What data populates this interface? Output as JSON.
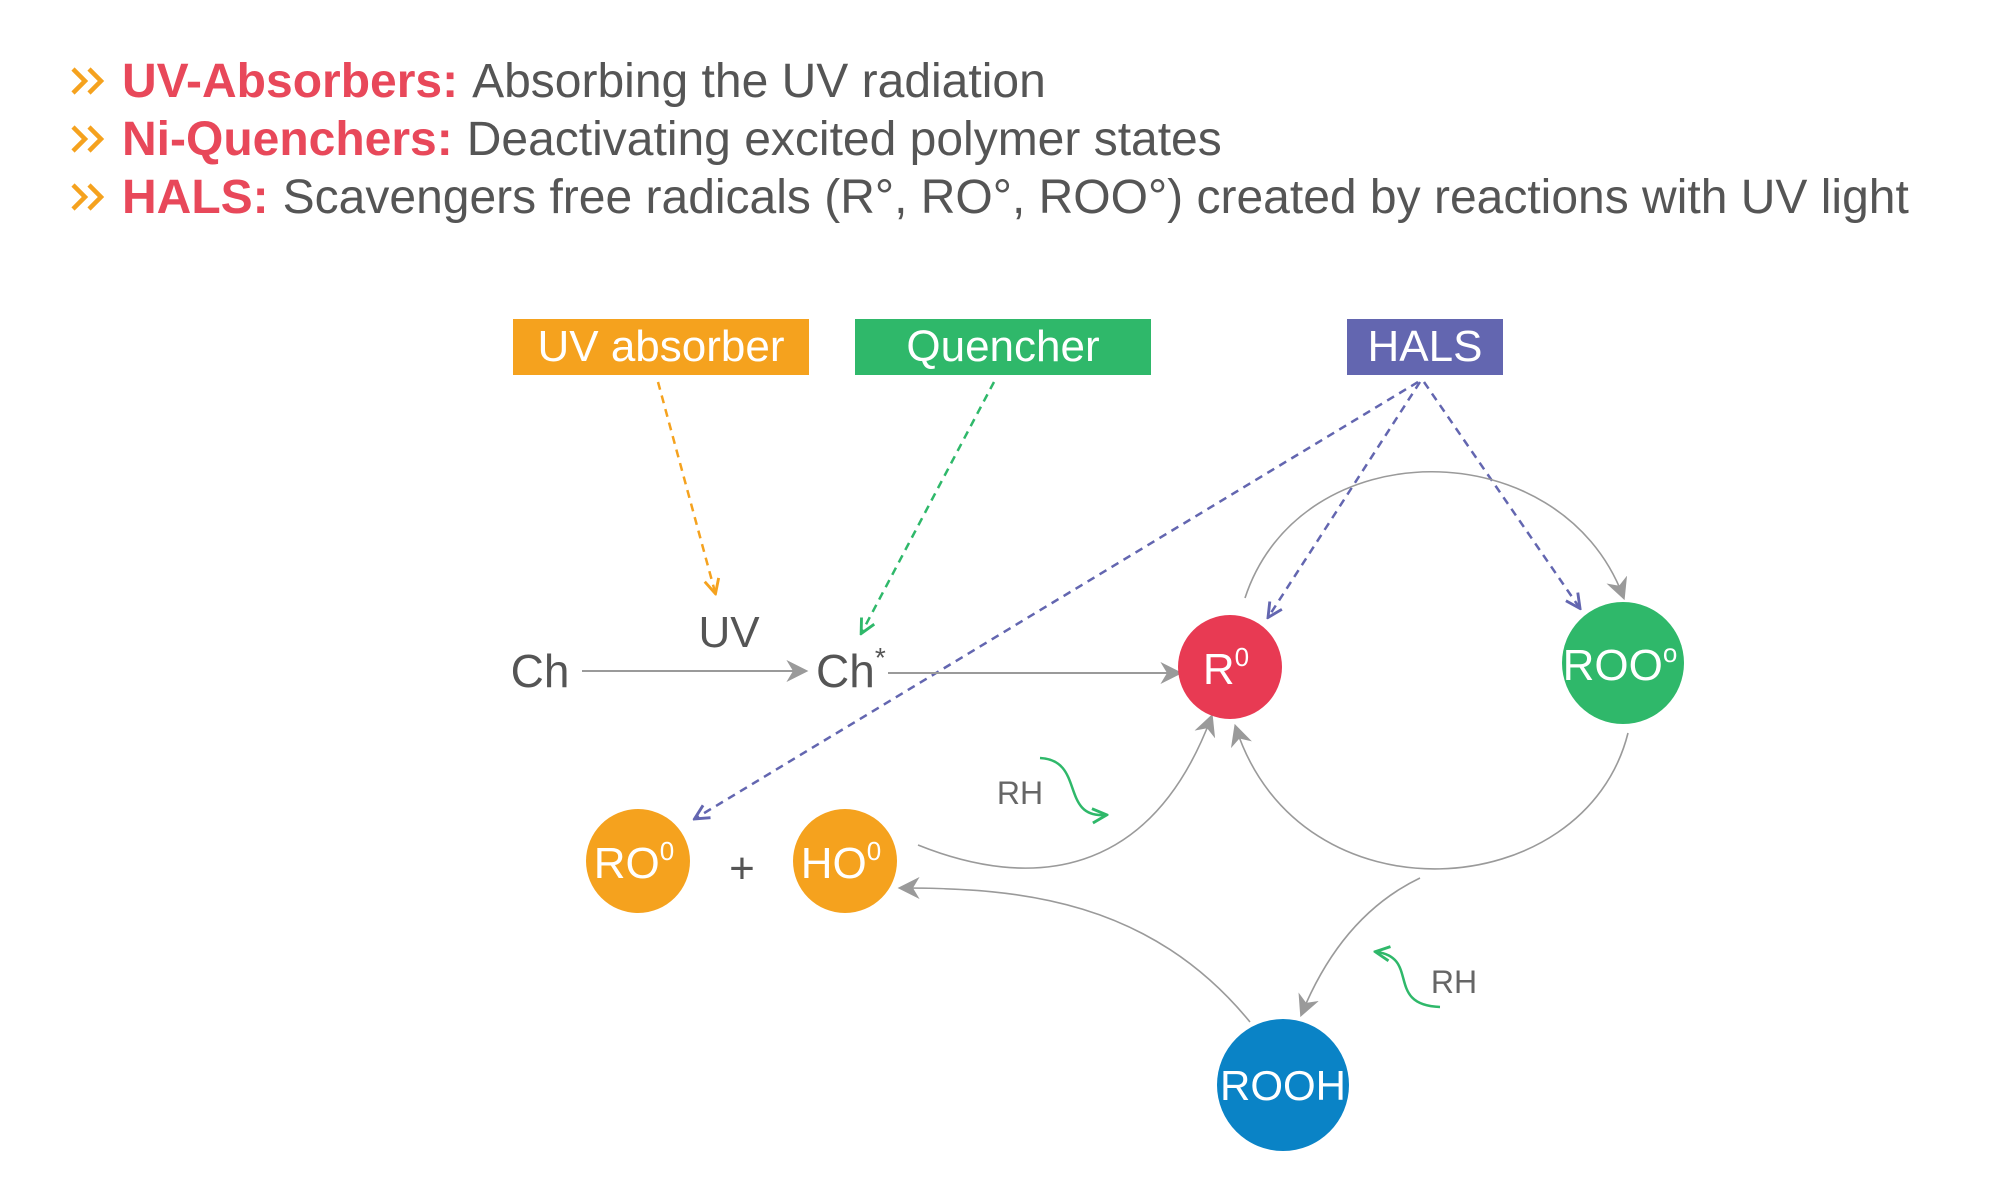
{
  "bullets": [
    {
      "term": "UV-Absorbers:",
      "desc": "Absorbing the UV radiation"
    },
    {
      "term": "Ni-Quenchers:",
      "desc": "Deactivating excited polymer states"
    },
    {
      "term": "HALS:",
      "desc": "Scavengers free radicals (R°, RO°, ROO°) created by reactions with UV light"
    }
  ],
  "boxes": {
    "uv_absorber": {
      "label": "UV absorber",
      "color": "#f5a21e"
    },
    "quencher": {
      "label": "Quencher",
      "color": "#2fb86a"
    },
    "hals": {
      "label": "HALS",
      "color": "#6366b0"
    }
  },
  "species": {
    "ch": "Ch",
    "uv": "UV",
    "ch_star": "Ch",
    "ch_star_sup": "*",
    "plus": "+",
    "rh_1": "RH",
    "rh_2": "RH"
  },
  "nodes": {
    "r": {
      "label": "R",
      "sup": "0",
      "color": "#e83a53"
    },
    "roo": {
      "label": "ROO",
      "sup": "o",
      "color": "#2fb86a"
    },
    "ro": {
      "label": "RO",
      "sup": "0",
      "color": "#f5a21e"
    },
    "ho": {
      "label": "HO",
      "sup": "0",
      "color": "#f5a21e"
    },
    "rooh": {
      "label": "ROOH",
      "color": "#0a83c6"
    }
  },
  "colors": {
    "accent_red": "#e8485a",
    "chevron": "#f5a21e",
    "text_gray": "#555555",
    "arrow_gray": "#9a9a9a",
    "uv_dash": "#f5a21e",
    "quencher_dash": "#2fb86a",
    "hals_dash": "#6366b0",
    "rh_arrow": "#2fb86a"
  }
}
